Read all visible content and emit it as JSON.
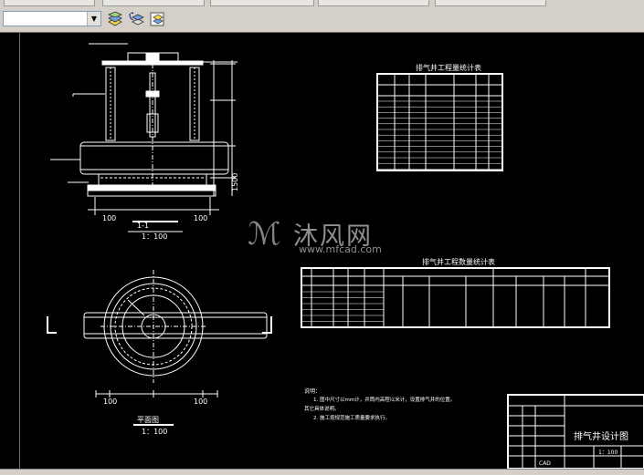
{
  "window": {
    "tabs": [
      "",
      "",
      "",
      "",
      ""
    ]
  },
  "toolbar": {
    "layer_combo_value": "",
    "icons": [
      "layer-properties-icon",
      "layer-previous-icon",
      "layer-state-icon"
    ]
  },
  "drawing": {
    "section_title": "1-1",
    "section_scale": "1：100",
    "plan_title": "平面图",
    "plan_scale": "1：100",
    "dim_100": "100",
    "dim_1500": "1500",
    "table1_title": "排气井工程量统计表",
    "table2_title": "排气井工程数量统计表",
    "notes_title": "说明：",
    "notes": [
      "1. 图中尺寸以mm计，井筒内高程以米计，设置排气井的位置。",
      "其它具体说明。",
      "2. 施工按规范施工质量要求执行。"
    ],
    "titleblock_title": "排气井设计图",
    "titleblock_scale": "1：100",
    "titleblock_small": "CAD"
  },
  "watermark": {
    "brand": "沐风网",
    "url": "www.mfcad.com"
  }
}
